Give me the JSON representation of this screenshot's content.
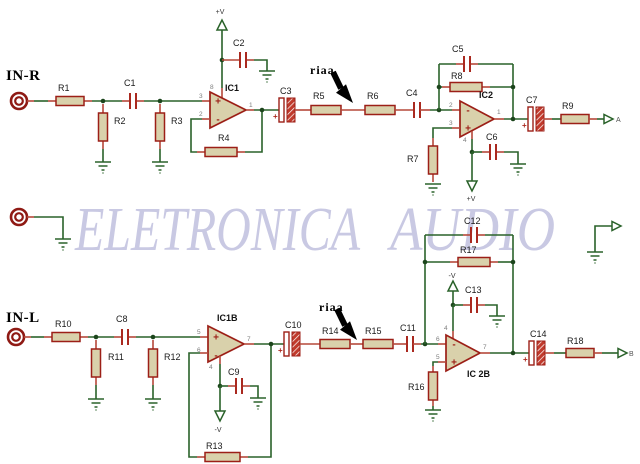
{
  "watermark": {
    "word1": "ELETRONICA",
    "word2": "AUDIO"
  },
  "inputs": {
    "right": "IN-R",
    "left": "IN-L"
  },
  "outputs": {
    "right": "A",
    "left": "B"
  },
  "annotations": {
    "riaa_top": "riaa",
    "riaa_bottom": "riaa"
  },
  "power": {
    "vpos": "+V",
    "vneg": "-V"
  },
  "signs": {
    "plus": "+",
    "minus": "-"
  },
  "refs": {
    "r1": "R1",
    "r2": "R2",
    "r3": "R3",
    "r4": "R4",
    "r5": "R5",
    "r6": "R6",
    "r7": "R7",
    "r8": "R8",
    "r9": "R9",
    "r10": "R10",
    "r11": "R11",
    "r12": "R12",
    "r13": "R13",
    "r14": "R14",
    "r15": "R15",
    "r16": "R16",
    "r17": "R17",
    "r18": "R18",
    "c1": "C1",
    "c2": "C2",
    "c3": "C3",
    "c4": "C4",
    "c5": "C5",
    "c6": "C6",
    "c7": "C7",
    "c8": "C8",
    "c9": "C9",
    "c10": "C10",
    "c11": "C11",
    "c12": "C12",
    "c13": "C13",
    "c14": "C14",
    "ic1": "IC1",
    "ic2": "IC2",
    "ic1b": "IC1B",
    "ic2b": "IC 2B"
  },
  "pins": {
    "ic1": {
      "p": "3",
      "n": "2",
      "out": "1",
      "pwr": "8"
    },
    "ic2": {
      "n": "2",
      "p": "3",
      "out": "1",
      "pwr": "4"
    },
    "ic1b": {
      "p": "5",
      "n": "6",
      "out": "7",
      "pwr": "4"
    },
    "ic2b": {
      "n": "6",
      "p": "5",
      "out": "7",
      "pwr": "4"
    }
  },
  "colors": {
    "wire": "#2a622a",
    "lead": "#b5483a",
    "outline": "#9c1f17",
    "body_fill": "#d9d1ab",
    "watermark": "#c9c9e3",
    "annotation": "#000000",
    "background": "#ffffff"
  }
}
